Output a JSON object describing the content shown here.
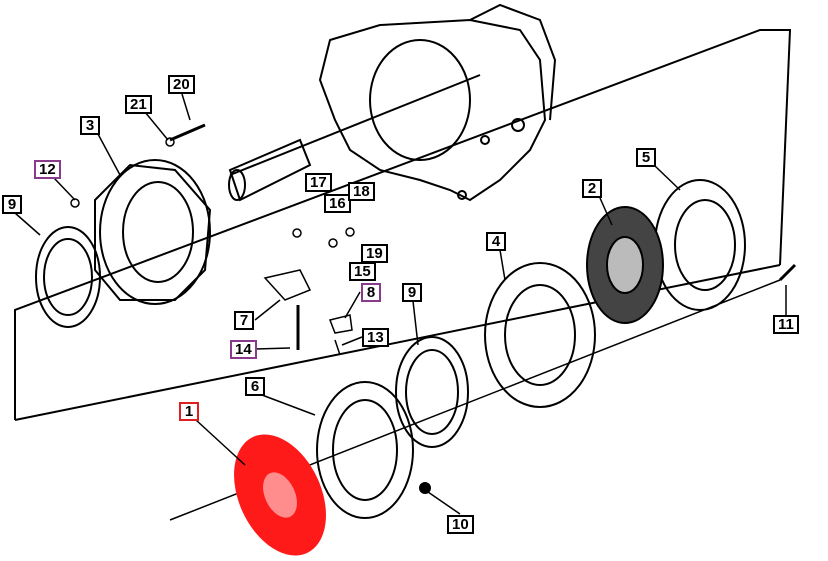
{
  "diagram": {
    "callouts": [
      {
        "id": "c20",
        "label": "20"
      },
      {
        "id": "c21",
        "label": "21"
      },
      {
        "id": "c3",
        "label": "3"
      },
      {
        "id": "c12",
        "label": "12"
      },
      {
        "id": "c9a",
        "label": "9"
      },
      {
        "id": "c17",
        "label": "17"
      },
      {
        "id": "c16",
        "label": "16"
      },
      {
        "id": "c18",
        "label": "18"
      },
      {
        "id": "c19",
        "label": "19"
      },
      {
        "id": "c15",
        "label": "15"
      },
      {
        "id": "c8",
        "label": "8"
      },
      {
        "id": "c7",
        "label": "7"
      },
      {
        "id": "c14",
        "label": "14"
      },
      {
        "id": "c13",
        "label": "13"
      },
      {
        "id": "c2",
        "label": "2"
      },
      {
        "id": "c5",
        "label": "5"
      },
      {
        "id": "c4",
        "label": "4"
      },
      {
        "id": "c9b",
        "label": "9"
      },
      {
        "id": "c11",
        "label": "11"
      },
      {
        "id": "c1",
        "label": "1"
      },
      {
        "id": "c6",
        "label": "6"
      },
      {
        "id": "c10",
        "label": "10"
      }
    ],
    "colors": {
      "highlight": "#ff1a1a",
      "purple": "#8a3a8a",
      "ink": "#000000"
    }
  }
}
